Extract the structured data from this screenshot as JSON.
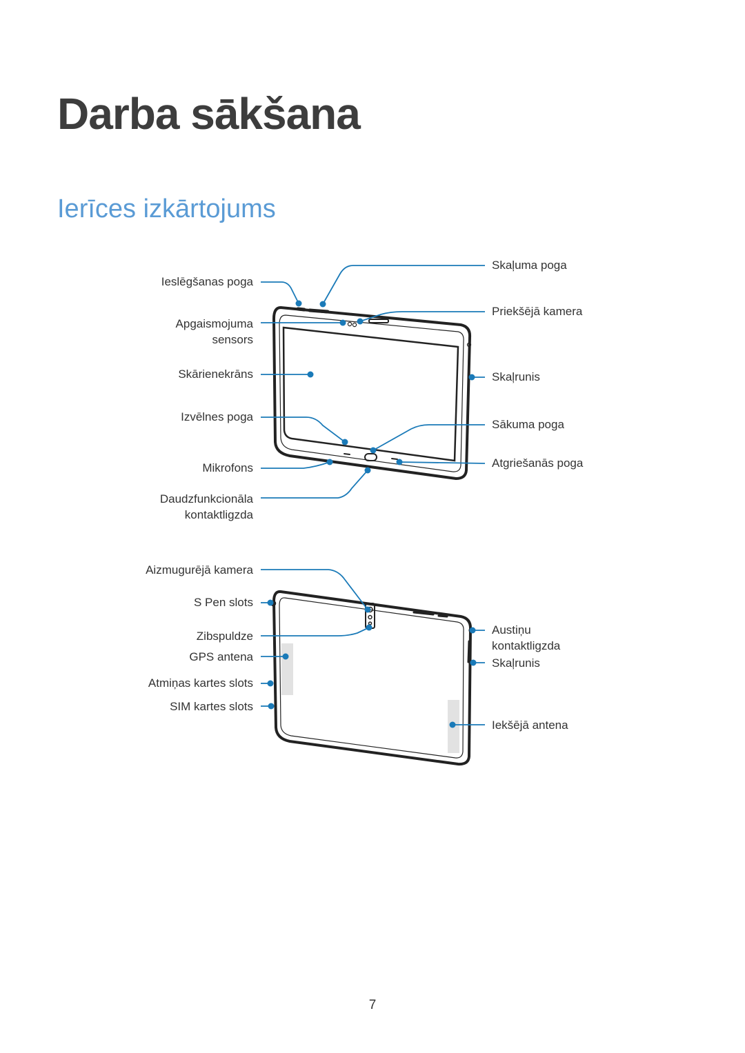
{
  "chapter_title": "Darba sākšana",
  "section_title": "Ierīces izkārtojums",
  "colors": {
    "callout": "#1a7ab8",
    "title": "#3d3d3d",
    "section": "#5a9bd5"
  },
  "front_view": {
    "power_key": "Ieslēgšanas poga",
    "light_sensor_1": "Apgaismojuma",
    "light_sensor_2": "sensors",
    "touch_screen": "Skārienekrāns",
    "menu_key": "Izvēlnes poga",
    "microphone": "Mikrofons",
    "multipurpose_jack_1": "Daudzfunkcionāla",
    "multipurpose_jack_2": "kontaktligzda",
    "volume_key": "Skaļuma poga",
    "front_camera": "Priekšējā kamera",
    "speaker": "Skaļrunis",
    "home_key": "Sākuma poga",
    "back_key": "Atgriešanās poga"
  },
  "back_view": {
    "rear_camera": "Aizmugurējā kamera",
    "spen_slot": "S Pen slots",
    "flash": "Zibspuldze",
    "gps_antenna": "GPS antena",
    "memory_card_slot": "Atmiņas kartes slots",
    "sim_card_slot": "SIM kartes slots",
    "headset_jack_1": "Austiņu",
    "headset_jack_2": "kontaktligzda",
    "speaker": "Skaļrunis",
    "internal_antenna": "Iekšējā antena"
  },
  "page_number": "7"
}
